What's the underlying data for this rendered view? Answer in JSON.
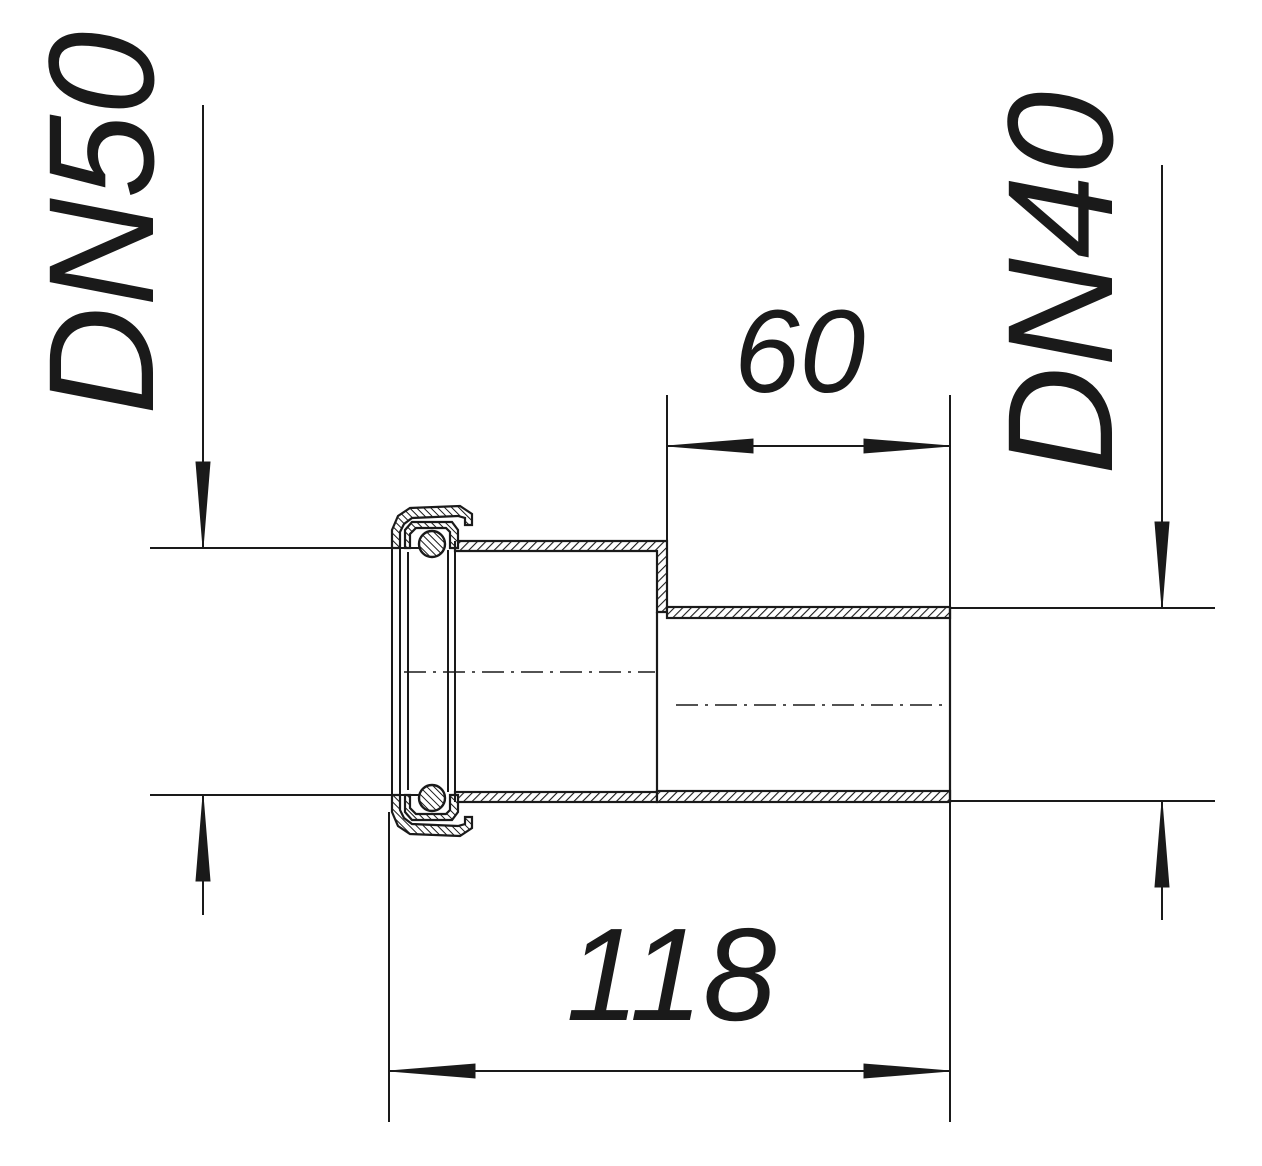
{
  "dimensions": {
    "dn50": "DN50",
    "dn40": "DN40",
    "length_small": "60",
    "length_total": "118"
  },
  "colors": {
    "line": "#1a1a1a",
    "background": "#ffffff"
  }
}
